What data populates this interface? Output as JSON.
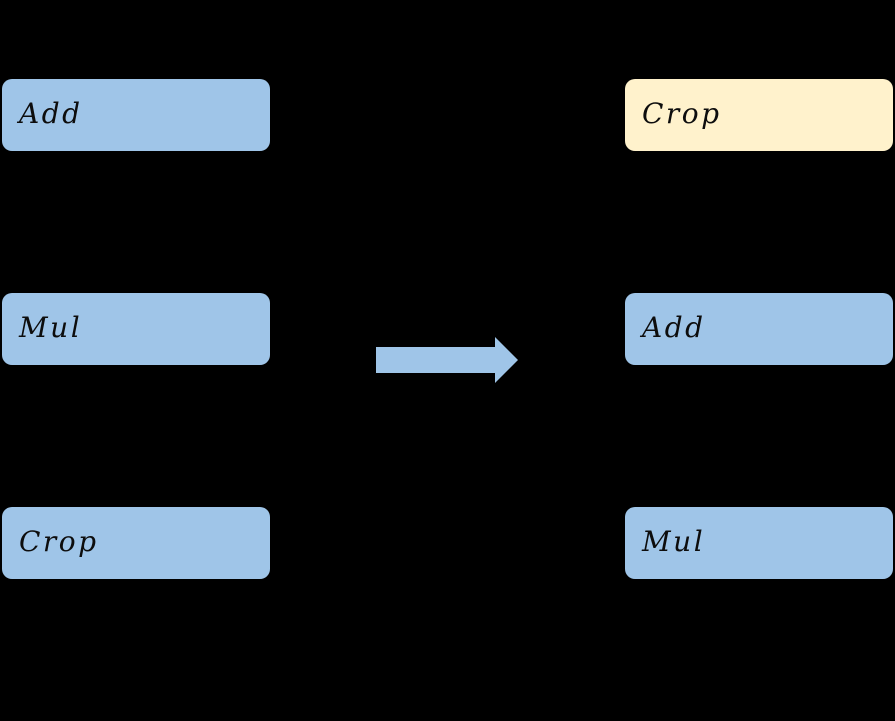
{
  "colors": {
    "bg": "#000000",
    "node-blue": "#9FC5E8",
    "node-yellow": "#FFF2CC",
    "arrow-blue": "#9FC5E8",
    "text": "#0D0D0D"
  },
  "diagram": {
    "before_column": {
      "nodes": [
        {
          "label": "Add",
          "style": "blue"
        },
        {
          "label": "Mul",
          "style": "blue"
        },
        {
          "label": "Crop",
          "style": "blue"
        }
      ]
    },
    "after_column": {
      "nodes": [
        {
          "label": "Crop",
          "style": "yellow"
        },
        {
          "label": "Add",
          "style": "blue"
        },
        {
          "label": "Mul",
          "style": "blue"
        }
      ]
    },
    "arrow": {
      "icon": "right-arrow-icon",
      "direction": "right"
    }
  }
}
